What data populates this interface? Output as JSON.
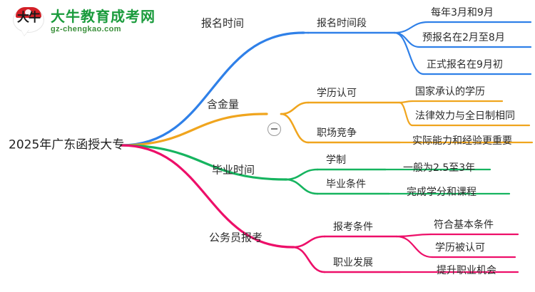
{
  "watermark": {
    "logo_chars": "大牛",
    "title": "大牛教育成考网",
    "domain": "gz-chengkao.com"
  },
  "mindmap": {
    "root": "2025年广东函授大专",
    "collapse_toggle": "collapse-minus",
    "branches": [
      {
        "label": "报名时间",
        "color": "#2f80e8",
        "children": [
          {
            "label": "报名时间段",
            "leaves": [
              "每年3月和9月",
              "预报名在2月至8月",
              "正式报名在9月初"
            ]
          }
        ]
      },
      {
        "label": "含金量",
        "color": "#f0a51e",
        "children": [
          {
            "label": "学历认可",
            "leaves": [
              "国家承认的学历",
              "法律效力与全日制相同"
            ]
          },
          {
            "label": "职场竞争",
            "leaves": [
              "实际能力和经验更重要"
            ]
          }
        ]
      },
      {
        "label": "毕业时间",
        "color": "#16b45f",
        "children": [
          {
            "label": "学制",
            "leaves": [
              "一般为2.5至3年"
            ]
          },
          {
            "label": "毕业条件",
            "leaves": [
              "完成学分和课程"
            ]
          }
        ]
      },
      {
        "label": "公务员报考",
        "color": "#ed0f69",
        "children": [
          {
            "label": "报考条件",
            "leaves": [
              "符合基本条件",
              "学历被认可"
            ]
          },
          {
            "label": "职业发展",
            "leaves": [
              "提升职业机会"
            ]
          }
        ]
      }
    ]
  }
}
